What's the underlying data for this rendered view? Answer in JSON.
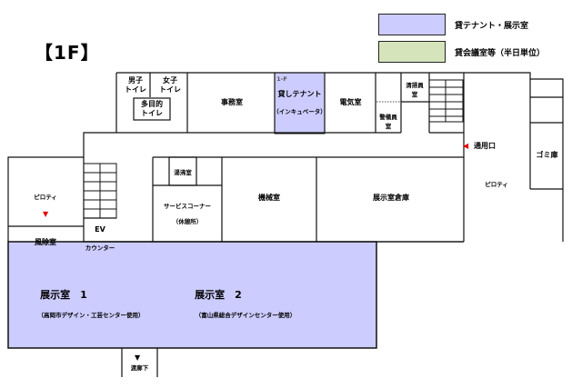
{
  "floor_title": "【1F】",
  "legend": [
    {
      "label": "貸テナント・展示室",
      "color": "#ccccff"
    },
    {
      "label": "貸会議室等（半日単位）",
      "color": "#d6e4bc"
    }
  ],
  "colors": {
    "exhibit": "#ccccff",
    "line": "#111111",
    "triangle": "#e00000"
  },
  "rooms": {
    "mens_toilet": "男子\nトイレ",
    "womens_toilet": "女子\nトイレ",
    "multipurpose_toilet": "多目的\nトイレ",
    "office": "事務室",
    "rental_tenant_tag": "1-F",
    "rental_tenant": "貸しテナント",
    "incubator": "（インキュベータ）",
    "electrical_room": "電気室",
    "janitor_room": "清掃員\n室",
    "security_room": "警備員\n室",
    "entrance": "通用口",
    "garbage_room": "ゴミ庫",
    "kitchenette": "湯沸室",
    "service_corner": "サービスコーナー",
    "rest_area": "（休憩所）",
    "machine_room": "機械室",
    "exhibit_storage": "展示室倉庫",
    "piloti_left": "ピロティ",
    "piloti_right": "ピロティ",
    "ev": "EV",
    "wind_room": "風除室",
    "counter": "カウンター",
    "exhibit1_name": "展示室　1",
    "exhibit1_sub": "（高岡市デザイン・工芸センター使用）",
    "exhibit2_name": "展示室　2",
    "exhibit2_sub": "（富山県総合デザインセンター使用）",
    "corridor_down": "渡廊下"
  }
}
